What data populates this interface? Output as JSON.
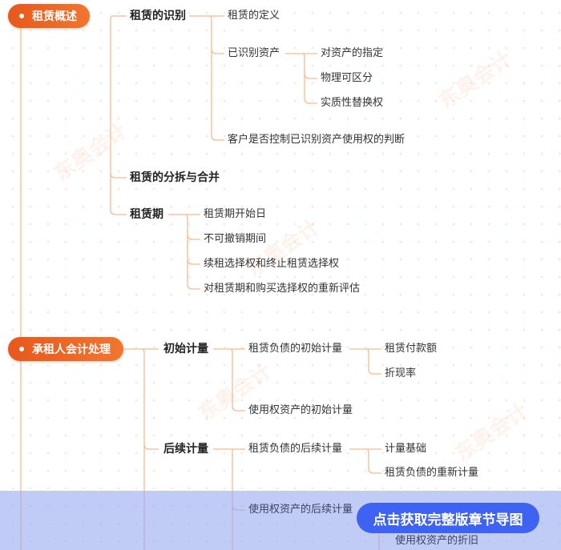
{
  "mindmap": {
    "root1": {
      "label": "租赁概述",
      "children": [
        {
          "label": "租赁的识别",
          "children": [
            {
              "label": "租赁的定义"
            },
            {
              "label": "已识别资产",
              "children": [
                {
                  "label": "对资产的指定"
                },
                {
                  "label": "物理可区分"
                },
                {
                  "label": "实质性替换权"
                }
              ]
            },
            {
              "label": "客户是否控制已识别资产使用权的判断"
            }
          ]
        },
        {
          "label": "租赁的分拆与合并"
        },
        {
          "label": "租赁期",
          "children": [
            {
              "label": "租赁期开始日"
            },
            {
              "label": "不可撤销期间"
            },
            {
              "label": "续租选择权和终止租赁选择权"
            },
            {
              "label": "对租赁期和购买选择权的重新评估"
            }
          ]
        }
      ]
    },
    "root2": {
      "label": "承租人会计处理",
      "children": [
        {
          "label": "初始计量",
          "children": [
            {
              "label": "租赁负债的初始计量",
              "children": [
                {
                  "label": "租赁付款额"
                },
                {
                  "label": "折现率"
                }
              ]
            },
            {
              "label": "使用权资产的初始计量"
            }
          ]
        },
        {
          "label": "后续计量",
          "children": [
            {
              "label": "租赁负债的后续计量",
              "children": [
                {
                  "label": "计量基础"
                },
                {
                  "label": "租赁负债的重新计量"
                }
              ]
            },
            {
              "label": "使用权资产的后续计量",
              "children": [
                {
                  "label": "使用权资产的折旧"
                }
              ]
            }
          ]
        }
      ]
    }
  },
  "cta": {
    "label": "点击获取完整版章节导图"
  },
  "colors": {
    "accent": "#e8581c",
    "line": "#f7b98f",
    "cta": "#3e63f2"
  }
}
